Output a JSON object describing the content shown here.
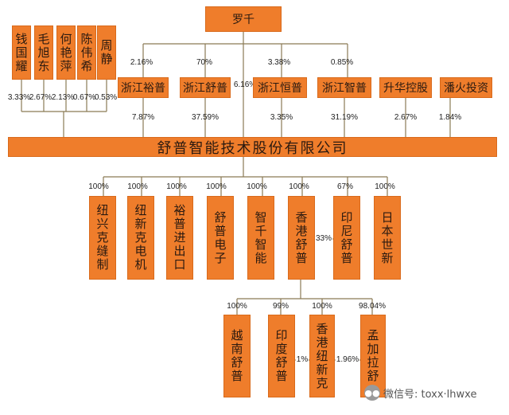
{
  "top": {
    "label": "罗千"
  },
  "individuals": [
    {
      "name": "钱国耀",
      "pct": "3.33%"
    },
    {
      "name": "毛旭东",
      "pct": "2.67%"
    },
    {
      "name": "何艳萍",
      "pct": "2.13%"
    },
    {
      "name": "陈伟希",
      "pct": "0.67%"
    },
    {
      "name": "周静",
      "pct": "0.53%"
    }
  ],
  "top_links": {
    "zhejiang_yupu": "2.16%",
    "zhejiang_shupu": "70%",
    "zhejiang_hengpu": "3.38%",
    "zhejiang_zhipu": "0.85%",
    "direct": "6.16%"
  },
  "shareholders": [
    {
      "name": "浙江裕普",
      "pct": "7.87%"
    },
    {
      "name": "浙江舒普",
      "pct": "37.59%"
    },
    {
      "name": "浙江恒普",
      "pct": "3.35%"
    },
    {
      "name": "浙江智普",
      "pct": "31.19%"
    },
    {
      "name": "升华控股",
      "pct": "2.67%"
    },
    {
      "name": "潘火投资",
      "pct": "1.84%"
    }
  ],
  "company": {
    "name": "舒普智能技术股份有限公司"
  },
  "subsidiaries": [
    {
      "name": "纽兴克缝制",
      "pct": "100%"
    },
    {
      "name": "纽新克电机",
      "pct": "100%"
    },
    {
      "name": "裕普进出口",
      "pct": "100%"
    },
    {
      "name": "舒普电子",
      "pct": "100%"
    },
    {
      "name": "智千智能",
      "pct": "100%"
    },
    {
      "name": "香港舒普",
      "pct": "100%"
    },
    {
      "name": "印尼舒普",
      "pct": "67%"
    },
    {
      "name": "日本世新",
      "pct": "100%"
    }
  ],
  "hk_to_indonesia": "33%",
  "hk_subsidiaries": [
    {
      "name": "越南舒普",
      "pct": "100%"
    },
    {
      "name": "印度舒普",
      "pct": "99%"
    },
    {
      "name": "香港纽新克",
      "pct": "100%"
    },
    {
      "name": "孟加拉舒",
      "pct": "98.04%"
    }
  ],
  "cross_links": {
    "india": "1%",
    "bangladesh": "1.96%"
  },
  "watermark": {
    "text": "微信号: toxx·lhwxe",
    "icon": "wechat-icon"
  }
}
